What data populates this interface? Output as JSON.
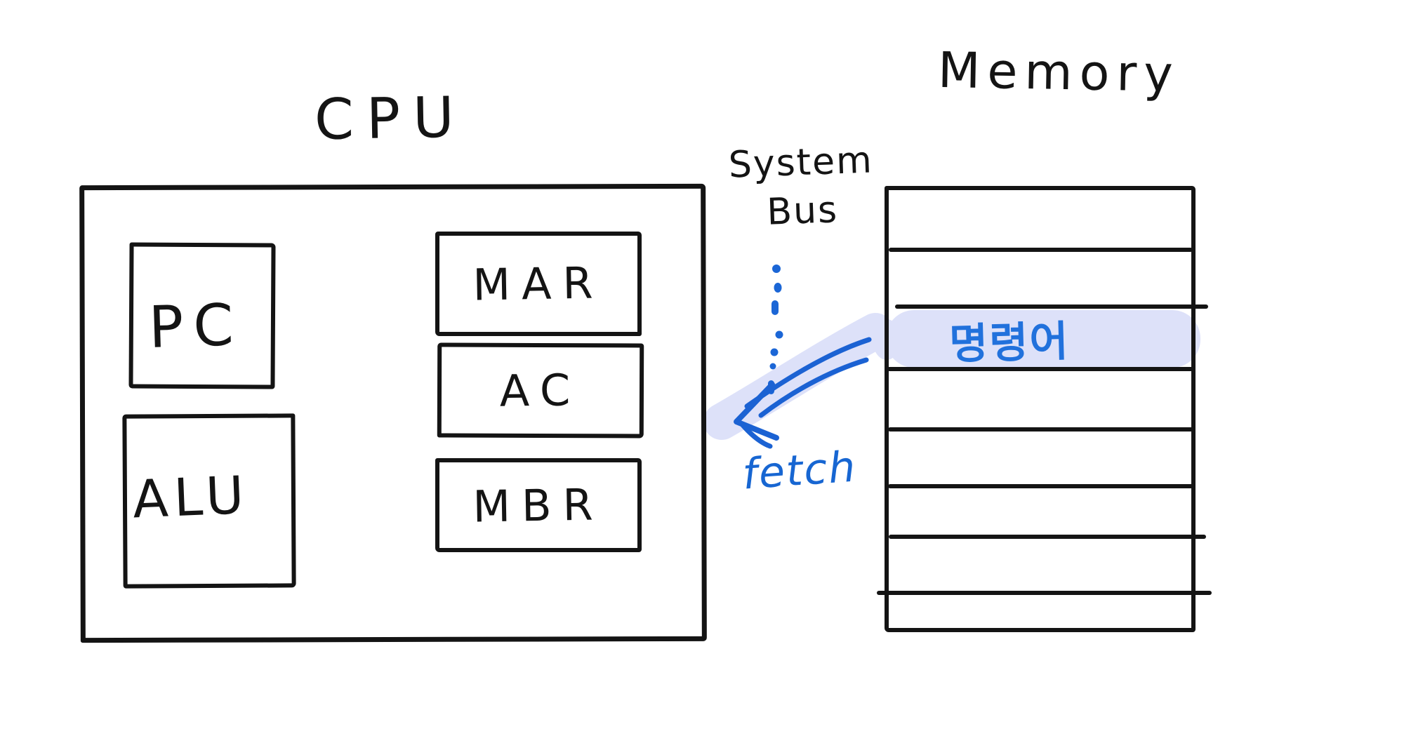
{
  "colors": {
    "ink": "#141414",
    "blue_ink": "#1b66d6",
    "korean_blue": "#2171dc",
    "highlight_lavender": "#dde1f9"
  },
  "cpu": {
    "title": "CPU",
    "registers": [
      {
        "id": "pc",
        "label": "PC"
      },
      {
        "id": "alu",
        "label": "ALU"
      },
      {
        "id": "mar",
        "label": "MAR"
      },
      {
        "id": "ac",
        "label": "AC"
      },
      {
        "id": "mbr",
        "label": "MBR"
      }
    ]
  },
  "memory": {
    "title": "Memory",
    "row_count": 8,
    "highlighted_row_index": 3,
    "highlighted_row_label": "명령어"
  },
  "bus": {
    "label_line1": "System",
    "label_line2": "Bus"
  },
  "annotations": {
    "fetch_label": "fetch"
  }
}
